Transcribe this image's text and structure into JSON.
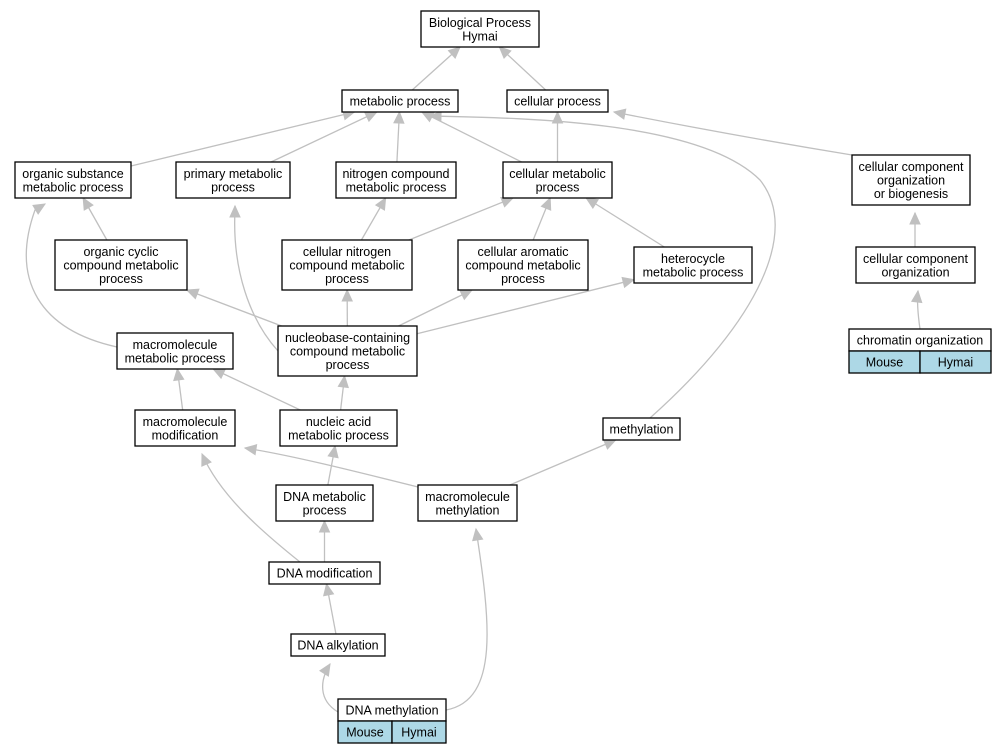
{
  "nodes": {
    "root": {
      "lines": [
        "Biological Process",
        "Hymai"
      ]
    },
    "metabolic": {
      "lines": [
        "metabolic process"
      ]
    },
    "cellular": {
      "lines": [
        "cellular process"
      ]
    },
    "organic_substance": {
      "lines": [
        "organic substance",
        "metabolic process"
      ]
    },
    "primary_metabolic": {
      "lines": [
        "primary metabolic",
        "process"
      ]
    },
    "nitrogen_compound": {
      "lines": [
        "nitrogen compound",
        "metabolic process"
      ]
    },
    "cellular_metabolic": {
      "lines": [
        "cellular metabolic",
        "process"
      ]
    },
    "ccob": {
      "lines": [
        "cellular component",
        "organization",
        "or biogenesis"
      ]
    },
    "organic_cyclic": {
      "lines": [
        "organic cyclic",
        "compound metabolic",
        "process"
      ]
    },
    "cellular_nitrogen": {
      "lines": [
        "cellular nitrogen",
        "compound metabolic",
        "process"
      ]
    },
    "cellular_aromatic": {
      "lines": [
        "cellular aromatic",
        "compound metabolic",
        "process"
      ]
    },
    "heterocycle": {
      "lines": [
        "heterocycle",
        "metabolic process"
      ]
    },
    "cco": {
      "lines": [
        "cellular component",
        "organization"
      ]
    },
    "macromolecule_metabolic": {
      "lines": [
        "macromolecule",
        "metabolic process"
      ]
    },
    "nucleobase": {
      "lines": [
        "nucleobase-containing",
        "compound metabolic",
        "process"
      ]
    },
    "chromatin": {
      "lines": [
        "chromatin organization"
      ],
      "tags": [
        "Mouse",
        "Hymai"
      ]
    },
    "macromolecule_modification": {
      "lines": [
        "macromolecule",
        "modification"
      ]
    },
    "nucleic_acid": {
      "lines": [
        "nucleic acid",
        "metabolic process"
      ]
    },
    "methylation": {
      "lines": [
        "methylation"
      ]
    },
    "dna_metabolic": {
      "lines": [
        "DNA metabolic",
        "process"
      ]
    },
    "macromolecule_methylation": {
      "lines": [
        "macromolecule",
        "methylation"
      ]
    },
    "dna_modification": {
      "lines": [
        "DNA modification"
      ]
    },
    "dna_alkylation": {
      "lines": [
        "DNA alkylation"
      ]
    },
    "dna_methylation": {
      "lines": [
        "DNA methylation"
      ],
      "tags": [
        "Mouse",
        "Hymai"
      ]
    }
  },
  "edges": [
    [
      "metabolic",
      "root"
    ],
    [
      "cellular",
      "root"
    ],
    [
      "organic_substance",
      "metabolic"
    ],
    [
      "primary_metabolic",
      "metabolic"
    ],
    [
      "nitrogen_compound",
      "metabolic"
    ],
    [
      "cellular_metabolic",
      "metabolic"
    ],
    [
      "cellular_metabolic",
      "cellular"
    ],
    [
      "ccob",
      "cellular"
    ],
    [
      "methylation",
      "metabolic"
    ],
    [
      "organic_cyclic",
      "organic_substance"
    ],
    [
      "macromolecule_metabolic",
      "organic_substance"
    ],
    [
      "nucleobase",
      "primary_metabolic"
    ],
    [
      "cellular_nitrogen",
      "nitrogen_compound"
    ],
    [
      "cellular_nitrogen",
      "cellular_metabolic"
    ],
    [
      "cellular_aromatic",
      "cellular_metabolic"
    ],
    [
      "heterocycle",
      "cellular_metabolic"
    ],
    [
      "cco",
      "ccob"
    ],
    [
      "chromatin",
      "cco"
    ],
    [
      "nucleobase",
      "organic_cyclic"
    ],
    [
      "nucleobase",
      "cellular_nitrogen"
    ],
    [
      "nucleobase",
      "cellular_aromatic"
    ],
    [
      "nucleobase",
      "heterocycle"
    ],
    [
      "macromolecule_modification",
      "macromolecule_metabolic"
    ],
    [
      "nucleic_acid",
      "macromolecule_metabolic"
    ],
    [
      "nucleic_acid",
      "nucleobase"
    ],
    [
      "dna_metabolic",
      "nucleic_acid"
    ],
    [
      "macromolecule_methylation",
      "macromolecule_modification"
    ],
    [
      "macromolecule_methylation",
      "methylation"
    ],
    [
      "dna_modification",
      "macromolecule_modification"
    ],
    [
      "dna_modification",
      "dna_metabolic"
    ],
    [
      "dna_alkylation",
      "dna_modification"
    ],
    [
      "dna_methylation",
      "dna_alkylation"
    ],
    [
      "dna_methylation",
      "macromolecule_methylation"
    ]
  ]
}
